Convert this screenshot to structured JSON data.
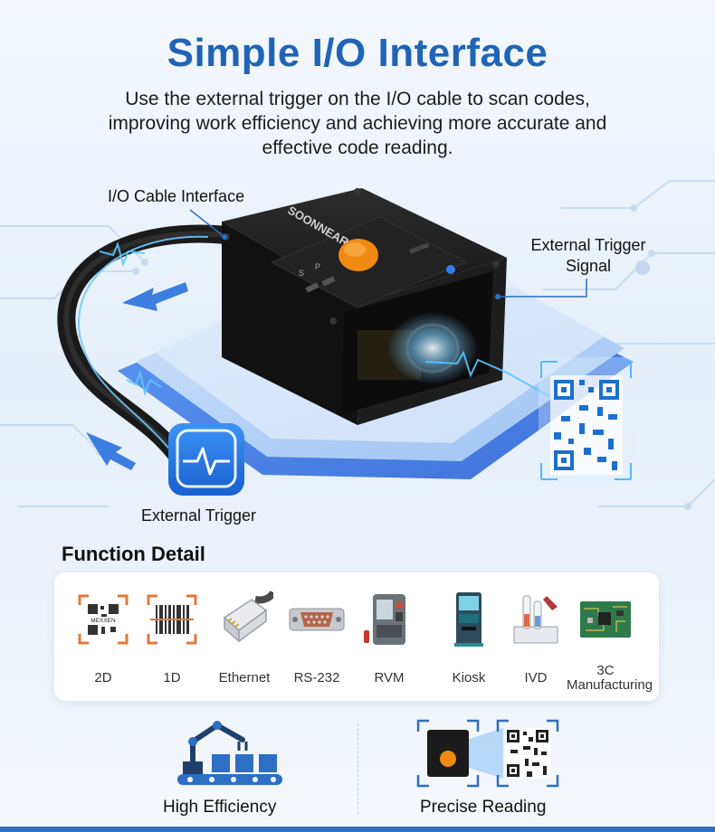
{
  "title": "Simple I/O Interface",
  "subtitle": "Use the external trigger on the I/O cable to scan codes, improving work efficiency and achieving more accurate and effective code reading.",
  "callouts": {
    "io_cable": "I/O Cable Interface",
    "trigger_signal_line1": "External Trigger",
    "trigger_signal_line2": "Signal",
    "external_trigger": "External Trigger"
  },
  "device": {
    "brand": "SOONNEAR",
    "led1": "P",
    "led2": "S"
  },
  "qr_text": "MEXXEN",
  "function_detail": {
    "heading": "Function Detail",
    "items": [
      {
        "label": "2D",
        "icon": "qr-code-icon"
      },
      {
        "label": "1D",
        "icon": "barcode-icon"
      },
      {
        "label": "Ethernet",
        "icon": "ethernet-connector-icon"
      },
      {
        "label": "RS-232",
        "icon": "serial-port-icon"
      },
      {
        "label": "RVM",
        "icon": "vending-machine-icon"
      },
      {
        "label": "Kiosk",
        "icon": "kiosk-icon"
      },
      {
        "label": "IVD",
        "icon": "lab-test-tube-icon"
      },
      {
        "label_line1": "3C",
        "label_line2": "Manufacturing",
        "icon": "circuit-board-icon"
      }
    ]
  },
  "features": [
    {
      "label": "High Efficiency",
      "icon": "robot-arm-conveyor-icon"
    },
    {
      "label": "Precise Reading",
      "icon": "scanner-reading-qr-icon"
    }
  ],
  "colors": {
    "title_blue": "#1f64b6",
    "accent_blue": "#2d6fc2",
    "trigger_orange": "#f08a12",
    "device_black": "#1b1b1b"
  }
}
